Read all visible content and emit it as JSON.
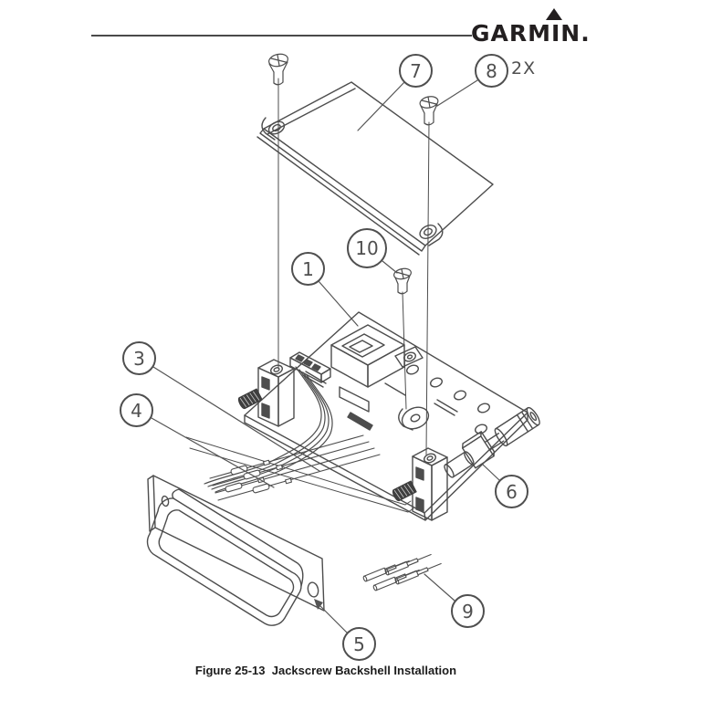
{
  "header": {
    "brand": "GARMIN."
  },
  "figure": {
    "caption": "Figure 25-13  Jackscrew Backshell Installation",
    "callouts": {
      "c1": {
        "label": "1"
      },
      "c3": {
        "label": "3"
      },
      "c4": {
        "label": "4"
      },
      "c5": {
        "label": "5"
      },
      "c6": {
        "label": "6"
      },
      "c7": {
        "label": "7"
      },
      "c8": {
        "label": "8",
        "qty": "2X"
      },
      "c9": {
        "label": "9"
      },
      "c10": {
        "label": "10"
      }
    }
  },
  "colors": {
    "ink": "#231f20",
    "line": "#4d4d4d"
  }
}
